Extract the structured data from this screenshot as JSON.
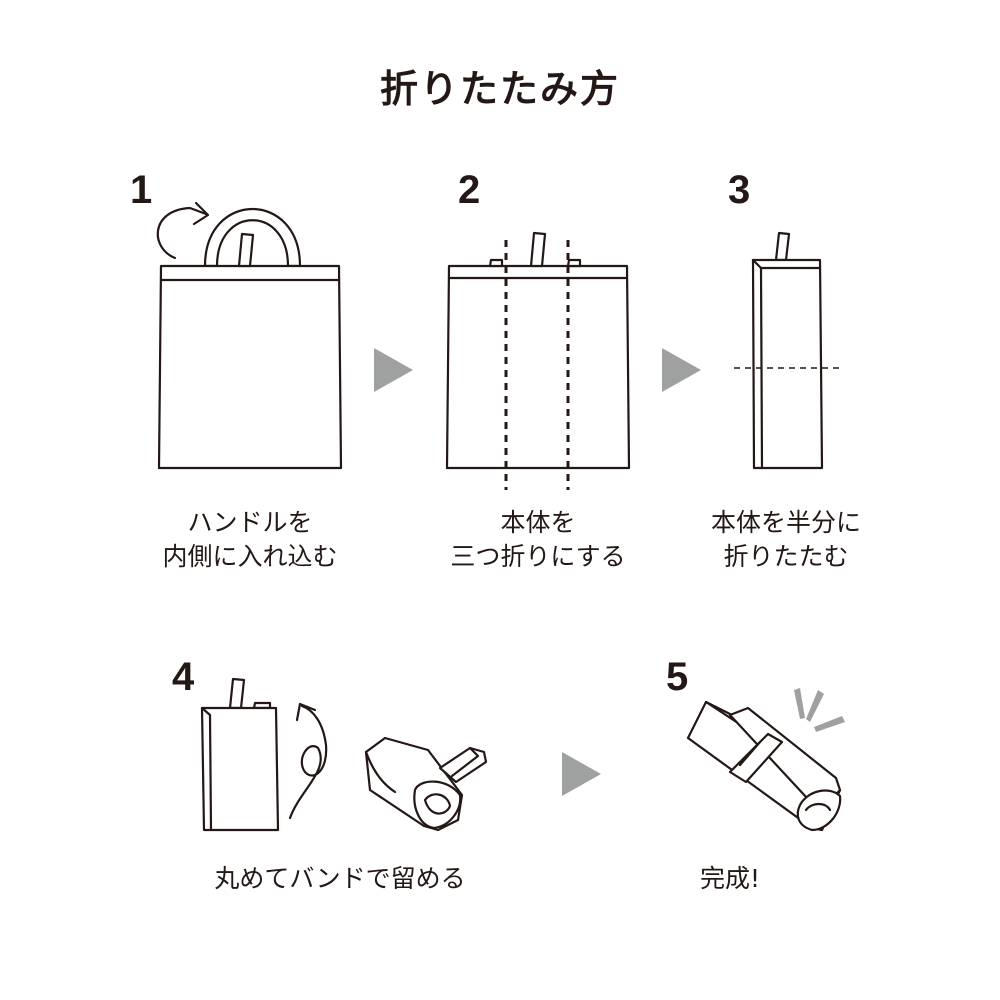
{
  "title": "折りたたみ方",
  "steps": [
    {
      "number": "1",
      "caption_line1": "ハンドルを",
      "caption_line2": "内側に入れ込む"
    },
    {
      "number": "2",
      "caption_line1": "本体を",
      "caption_line2": "三つ折りにする"
    },
    {
      "number": "3",
      "caption_line1": "本体を半分に",
      "caption_line2": "折りたたむ"
    },
    {
      "number": "4",
      "caption_line1": "丸めてバンドで留める"
    },
    {
      "number": "5",
      "caption_line1": "完成!"
    }
  ],
  "colors": {
    "line": "#231815",
    "arrow": "#9fa0a0",
    "background": "#ffffff"
  },
  "icons": [
    "curved-arrow-icon",
    "next-step-arrow-icon",
    "sparkle-burst-icon"
  ]
}
